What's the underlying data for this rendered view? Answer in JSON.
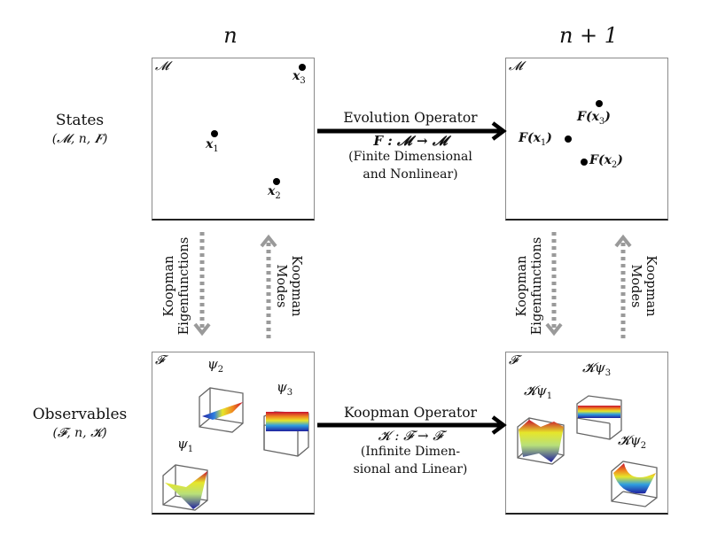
{
  "columns": {
    "left": "n",
    "right": "n + 1"
  },
  "rows": {
    "states": {
      "label": "States",
      "tuple": "(𝓜, n, 𝑭)"
    },
    "observables": {
      "label": "Observables",
      "tuple": "(𝓕, n, 𝓚)"
    }
  },
  "state_space_label": "𝓜",
  "observable_space_label": "𝓕",
  "states_n": {
    "points": [
      {
        "name": "x",
        "sub": "1"
      },
      {
        "name": "x",
        "sub": "2"
      },
      {
        "name": "x",
        "sub": "3"
      }
    ]
  },
  "states_n1": {
    "points": [
      {
        "name": "F(x",
        "sub": "1",
        "close": ")"
      },
      {
        "name": "F(x",
        "sub": "2",
        "close": ")"
      },
      {
        "name": "F(x",
        "sub": "3",
        "close": ")"
      }
    ]
  },
  "evolution_operator": {
    "title": "Evolution Operator",
    "signature": "F : 𝓜 → 𝓜",
    "note_line1": "(Finite Dimensional",
    "note_line2": "and Nonlinear)"
  },
  "koopman_operator": {
    "title": "Koopman Operator",
    "signature": "𝓚 : 𝓕 → 𝓕",
    "note_line1": "(Infinite Dimen-",
    "note_line2": "sional and Linear)"
  },
  "vertical_links": {
    "eigenfunctions": {
      "line1": "Koopman",
      "line2": "Eigenfunctions"
    },
    "modes": {
      "line1": "Koopman",
      "line2": "Modes"
    }
  },
  "observables_n": {
    "functions": [
      {
        "name": "ψ",
        "sub": "1"
      },
      {
        "name": "ψ",
        "sub": "2"
      },
      {
        "name": "ψ",
        "sub": "3"
      }
    ]
  },
  "observables_n1": {
    "functions": [
      {
        "name": "𝓚ψ",
        "sub": "1"
      },
      {
        "name": "𝓚ψ",
        "sub": "2"
      },
      {
        "name": "𝓚ψ",
        "sub": "3"
      }
    ]
  },
  "colors": {
    "arrow": "#000000",
    "dotted_arrow": "#9a9a9a",
    "panel_border": "#8a8a8a",
    "jet_high": "#c8102e",
    "jet_mid": "#e6e62a",
    "jet_low": "#1f1f9e"
  }
}
